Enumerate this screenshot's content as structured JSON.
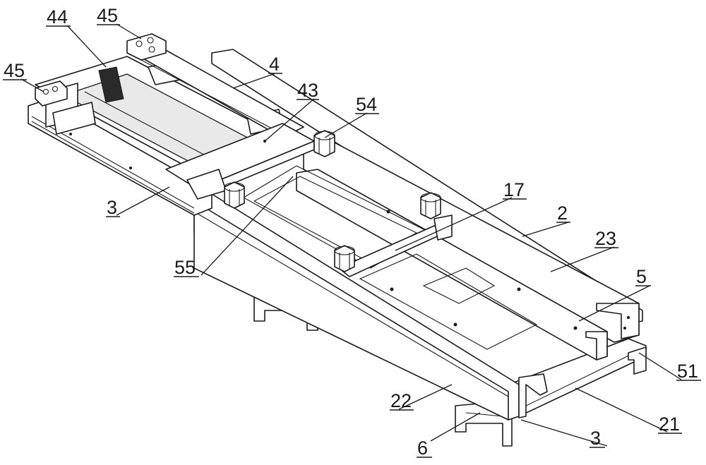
{
  "labels": {
    "l44": "44",
    "l45_top": "45",
    "l45_left": "45",
    "l4": "4",
    "l43": "43",
    "l54": "54",
    "l17": "17",
    "l2": "2",
    "l23": "23",
    "l5": "5",
    "l3_upper": "3",
    "l55": "55",
    "l51": "51",
    "l22": "22",
    "l21": "21",
    "l6": "6",
    "l3_lower": "3"
  }
}
